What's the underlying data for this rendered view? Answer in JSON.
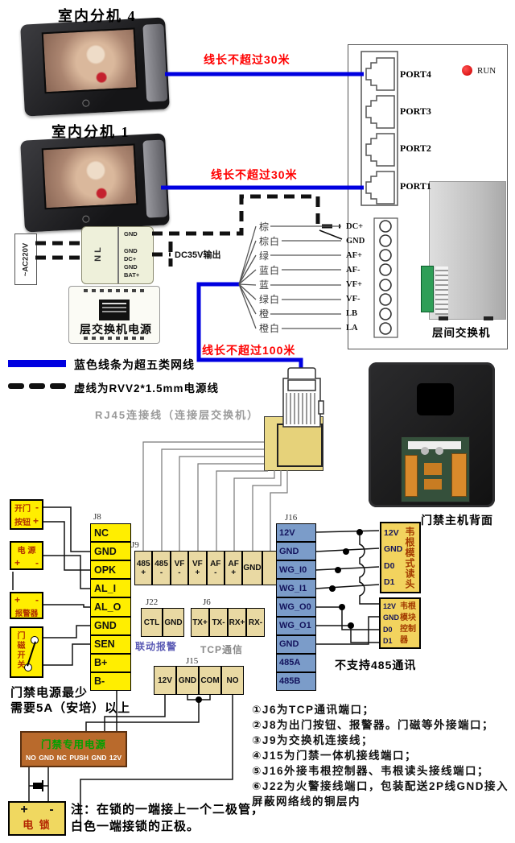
{
  "titles": {
    "m4": "室内分机 4",
    "m1": "室内分机 1"
  },
  "red_notes": {
    "r30a": "线长不超过30米",
    "r30b": "线长不超过30米",
    "r100": "线长不超过100米"
  },
  "panel": {
    "ports": [
      "PORT4",
      "PORT3",
      "PORT2",
      "PORT1"
    ],
    "run_label": "RUN",
    "terminals": [
      "DC+",
      "GND",
      "AF+",
      "AF-",
      "VF+",
      "VF-",
      "LB",
      "LA"
    ],
    "name": "层间交换机"
  },
  "wire_colors": [
    "棕",
    "棕白",
    "绿",
    "蓝白",
    "蓝",
    "绿白",
    "橙",
    "橙白"
  ],
  "ac_label": "~AC220V",
  "psu1": {
    "nl": "N L",
    "pins": [
      "GND",
      "GND",
      "DC+",
      "GND",
      "BAT+"
    ],
    "dc35": "DC35V输出",
    "name": "层交换机电源"
  },
  "legend": {
    "cat5": "蓝色线条为超五类网线",
    "rvv": "虚线为RVV2*1.5mm电源线",
    "rj45": "RJ45连接线（连接层交换机）"
  },
  "backside_label": "门禁主机背面",
  "j8": {
    "name": "J8",
    "pins": [
      "NC",
      "GND",
      "OPK",
      "AL_I",
      "AL_O",
      "GND",
      "SEN",
      "B+",
      "B-"
    ]
  },
  "j9": {
    "name": "J9",
    "pins": [
      "485\n+",
      "485\n-",
      "VF\n-",
      "VF\n+",
      "AF\n-",
      "AF\n+",
      "GND",
      ""
    ]
  },
  "j22": {
    "name": "J22",
    "pins": [
      "CTL",
      "GND"
    ],
    "caption": "联动报警"
  },
  "j6": {
    "name": "J6",
    "pins": [
      "TX+",
      "TX-",
      "RX+",
      "RX-"
    ],
    "caption": "TCP通信"
  },
  "j15": {
    "name": "J15",
    "pins": [
      "12V",
      "GND",
      "COM",
      "NO"
    ]
  },
  "j16": {
    "name": "J16",
    "pins": [
      "12V",
      "GND",
      "WG_I0",
      "WG_I1",
      "WG_O0",
      "WG_O1",
      "GND",
      "485A",
      "485B"
    ]
  },
  "devices": {
    "d1l1": "开门",
    "d1s1": "-",
    "d1l2": "按钮",
    "d1s2": "+",
    "d2l": "电 源",
    "d2s1": "+",
    "d2s2": "-",
    "d3s1": "+",
    "d3s2": "-",
    "d3l": "报警器",
    "d4": "门磁开关"
  },
  "readers": [
    {
      "pins": [
        "12V",
        "GND",
        "D0",
        "D1"
      ],
      "label": "韦根模式读头"
    },
    {
      "pins": [
        "12V",
        "GND",
        "D0",
        "D1"
      ],
      "label": "韦根模块控制器"
    }
  ],
  "no485": "不支持485通讯",
  "psu_note": [
    "门禁电源最少",
    "需要5A（安培）以上"
  ],
  "psu2": {
    "title": "门禁专用电源",
    "terminals": [
      "NO",
      "GND",
      "NC",
      "PUSH",
      "GND",
      "12V"
    ]
  },
  "lock": {
    "plus": "+",
    "minus": "-",
    "label": "电 锁"
  },
  "notes": [
    "①J6为TCP通讯端口；",
    "②J8为出门按钮、报警器。门磁等外接端口；",
    "③J9为交换机连接线；",
    "④J15为门禁一体机接线端口；",
    "⑤J16外接韦根控制器、韦根读头接线端口；",
    "⑥J22为火警接线端口，包装配送2P线GND接入",
    "屏蔽网络线的铜层内"
  ],
  "lock_note": [
    "注：在锁的一端接上一个二极管，",
    "白色一端接锁的正极。"
  ],
  "colors": {
    "cable_blue": "#0000e0",
    "annotation_red": "#ff0000",
    "cell_yellow": "#ffee00",
    "cell_tan": "#e9d9a3",
    "cell_blue": "#7b9cc9",
    "reader_yellow": "#f2d35e",
    "psu_brown": "#b96a2c",
    "psu_title_green": "#00a000",
    "run_led": "#ee0000"
  }
}
